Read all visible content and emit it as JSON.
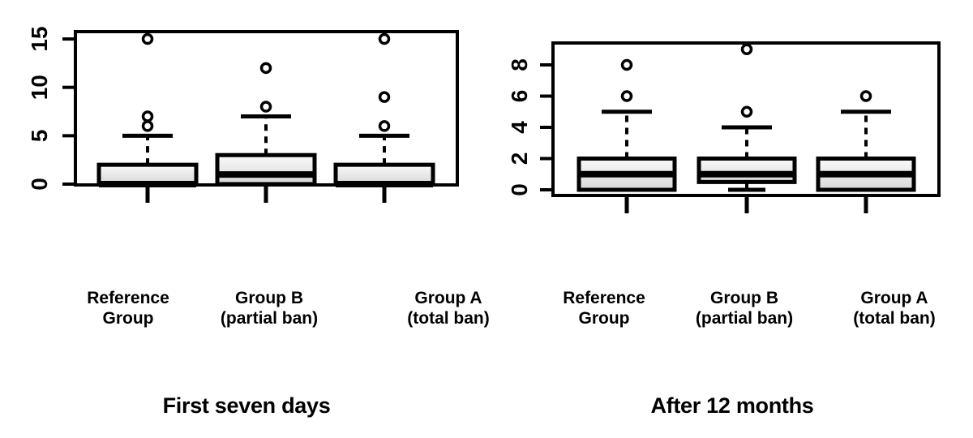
{
  "background": "#ffffff",
  "ink_color": "#000000",
  "box_fill_top": "#fafafa",
  "box_fill_bottom": "#d8d8d8",
  "chart_data": [
    {
      "type": "boxplot",
      "title": "First seven days",
      "ylabel": "",
      "xlabel": "",
      "y_ticks": [
        0,
        5,
        10,
        15
      ],
      "ylim": [
        -0.1,
        15.9
      ],
      "grid": false,
      "legend": "none",
      "groups": [
        {
          "label": [
            "Reference",
            "Group"
          ],
          "q1": 0,
          "median": 0,
          "q3": 2,
          "whisker_low": 0,
          "whisker_high": 5,
          "outliers": [
            6,
            7,
            15
          ]
        },
        {
          "label": [
            "Group B",
            "(partial ban)"
          ],
          "q1": 0,
          "median": 1,
          "q3": 3,
          "whisker_low": 0,
          "whisker_high": 7,
          "outliers": [
            8,
            12
          ]
        },
        {
          "label": [
            "Group A",
            "(total ban)"
          ],
          "q1": 0,
          "median": 0,
          "q3": 2,
          "whisker_low": 0,
          "whisker_high": 5,
          "outliers": [
            6,
            9,
            15
          ]
        }
      ]
    },
    {
      "type": "boxplot",
      "title": "After 12 months",
      "ylabel": "",
      "xlabel": "",
      "y_ticks": [
        0,
        2,
        4,
        6,
        8
      ],
      "ylim": [
        -0.4,
        9.7
      ],
      "grid": false,
      "legend": "none",
      "groups": [
        {
          "label": [
            "Reference",
            "Group"
          ],
          "q1": 0,
          "median": 1,
          "q3": 2,
          "whisker_low": 0,
          "whisker_high": 5,
          "outliers": [
            6,
            8
          ]
        },
        {
          "label": [
            "Group B",
            "(partial ban)"
          ],
          "q1": 0.5,
          "median": 1,
          "q3": 2,
          "whisker_low": 0,
          "whisker_high": 4,
          "outliers": [
            5,
            9
          ]
        },
        {
          "label": [
            "Group A",
            "(total ban)"
          ],
          "q1": 0,
          "median": 1,
          "q3": 2,
          "whisker_low": 0,
          "whisker_high": 5,
          "outliers": [
            6
          ]
        }
      ]
    }
  ]
}
